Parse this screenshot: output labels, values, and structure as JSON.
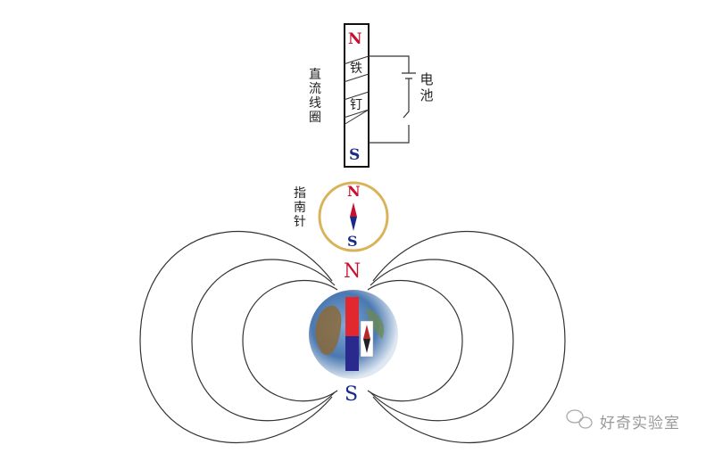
{
  "electromagnet": {
    "pole_top": "N",
    "pole_bottom": "S",
    "core_chars": [
      "铁",
      "钉"
    ],
    "coil_label": [
      "直",
      "流",
      "线",
      "圈"
    ],
    "battery_label": [
      "电",
      "池"
    ]
  },
  "compass": {
    "label": [
      "指",
      "南",
      "针"
    ],
    "north": "N",
    "south": "S"
  },
  "earth": {
    "north": "N",
    "south": "S"
  },
  "watermark": "好奇实验室",
  "colors": {
    "north_red": "#c8102e",
    "south_blue": "#1a2a8a",
    "compass_ring": "#d9b35a",
    "field_line": "#333333"
  }
}
